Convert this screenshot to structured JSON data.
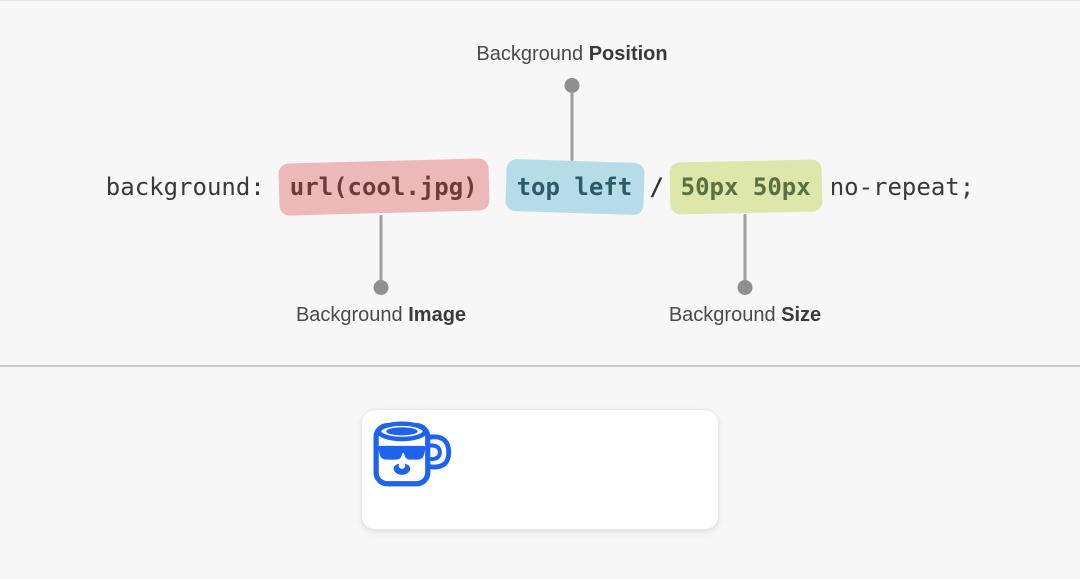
{
  "code": {
    "property": "background:",
    "image_value": "url(cool.jpg)",
    "position_value": "top left",
    "separator": "/",
    "size_value": "50px 50px",
    "repeat_value": "no-repeat;"
  },
  "labels": {
    "position": {
      "prefix": "Background",
      "bold": "Position"
    },
    "image": {
      "prefix": "Background",
      "bold": "Image"
    },
    "size": {
      "prefix": "Background",
      "bold": "Size"
    }
  },
  "demo": {
    "icon": "cool-mug-icon"
  },
  "colors": {
    "page_bg": "#f7f7f7",
    "code_text": "#3a3a3a",
    "image_chip_bg": "#ecb8b8",
    "image_chip_text": "#6e3a3a",
    "position_chip_bg": "#b6dce8",
    "position_chip_text": "#2e5a68",
    "size_chip_bg": "#dde7ab",
    "size_chip_text": "#5b7040",
    "connector_gray": "#9e9e9e",
    "divider_gray": "#c9c9c9",
    "mug_blue": "#1d63ed"
  }
}
